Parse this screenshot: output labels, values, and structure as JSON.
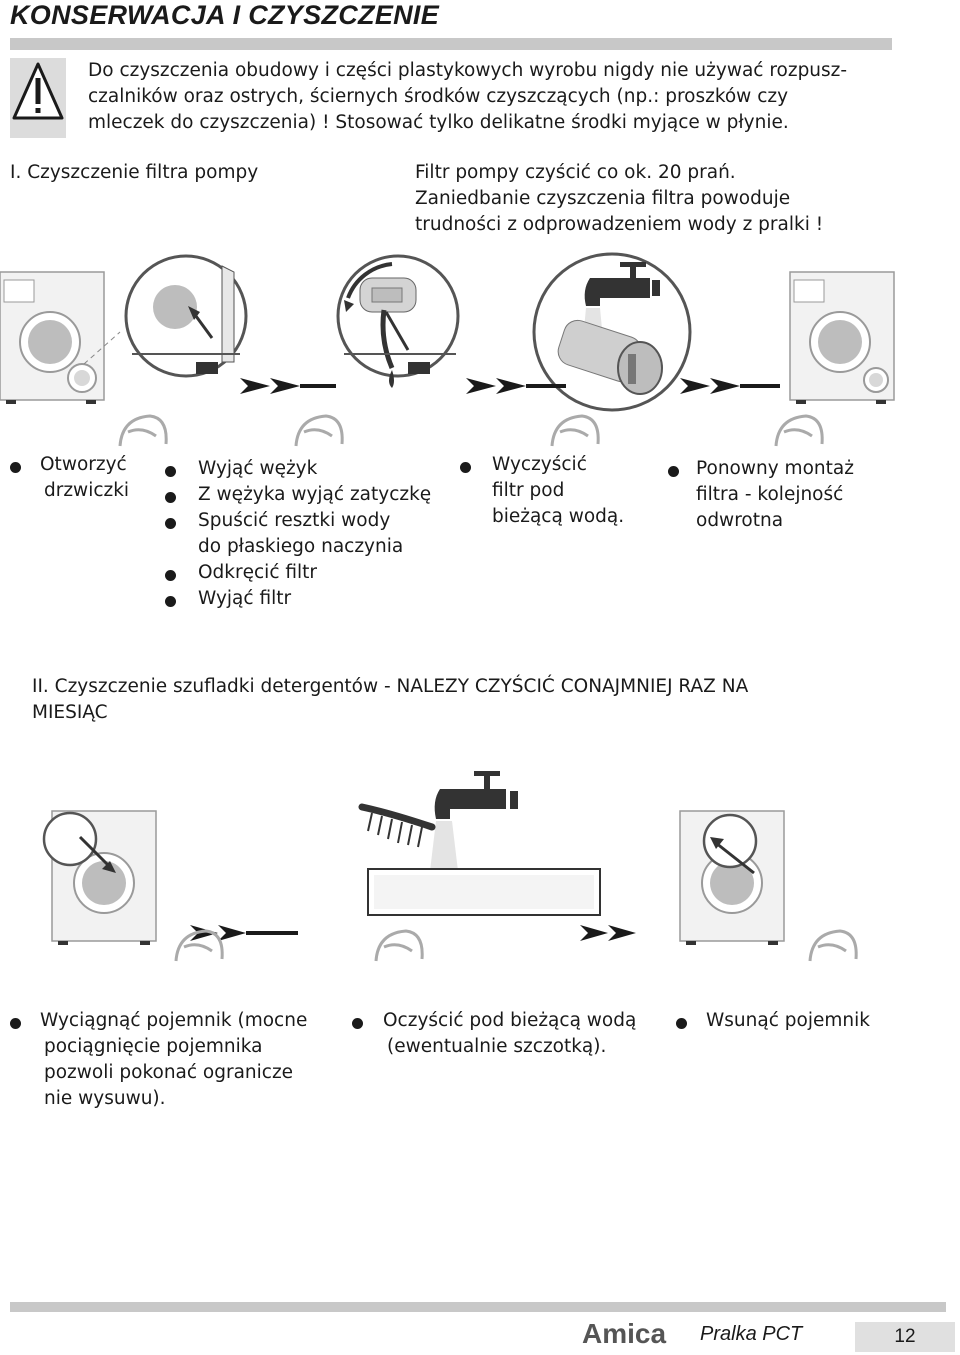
{
  "header": {
    "title": "KONSERWACJA I CZYSZCZENIE"
  },
  "warning": {
    "icon": "warning-triangle-icon",
    "lines": [
      "Do czyszczenia obudowy i części plastykowych wyrobu nigdy nie używać rozpusz-",
      "czalników  oraz ostrych, ściernych  środków czyszczących  (np.: proszków czy",
      "mleczek do czyszczenia) ! Stosować tylko delikatne środki myjące w płynie."
    ]
  },
  "section1": {
    "heading": "I. Czyszczenie filtra pompy",
    "note_lines": [
      "Filtr pompy czyścić co ok. 20 prań.",
      "Zaniedbanie czyszczenia filtra powoduje",
      "trudności z odprowadzeniem wody z pralki !"
    ],
    "steps": [
      {
        "lines": [
          "Otworzyć",
          "drzwiczki"
        ]
      },
      {
        "lines": [
          "Wyjąć wężyk",
          "Z wężyka wyjąć zatyczkę",
          "Spuścić resztki wody",
          "do płaskiego naczynia",
          "Odkręcić filtr",
          "Wyjąć filtr"
        ]
      },
      {
        "lines": [
          "Wyczyścić",
          "filtr pod",
          "bieżącą wodą."
        ]
      },
      {
        "lines": [
          "Ponowny montaż",
          "filtra  -  kolejność",
          "odwrotna"
        ]
      }
    ]
  },
  "section2": {
    "heading_lines": [
      "II. Czyszczenie szufladki detergentów - NALEZY CZYŚCIĆ CONAJMNIEJ RAZ NA",
      "MIESIĄC"
    ],
    "steps": [
      {
        "lines": [
          "Wyciągnąć pojemnik (mocne",
          "pociągnięcie pojemnika",
          "pozwoli pokonać ogranicze",
          "nie wysuwu)."
        ]
      },
      {
        "lines": [
          "Oczyścić pod bieżącą wodą",
          "(ewentualnie szczotką)."
        ]
      },
      {
        "lines": [
          "Wsunąć pojemnik"
        ]
      }
    ]
  },
  "footer": {
    "brand": "Amica",
    "model": "Pralka PCT",
    "page": "12"
  },
  "colors": {
    "rule": "#c8c8c8",
    "text": "#1a1a1a",
    "illustration_gray": "#bdbdbd"
  }
}
